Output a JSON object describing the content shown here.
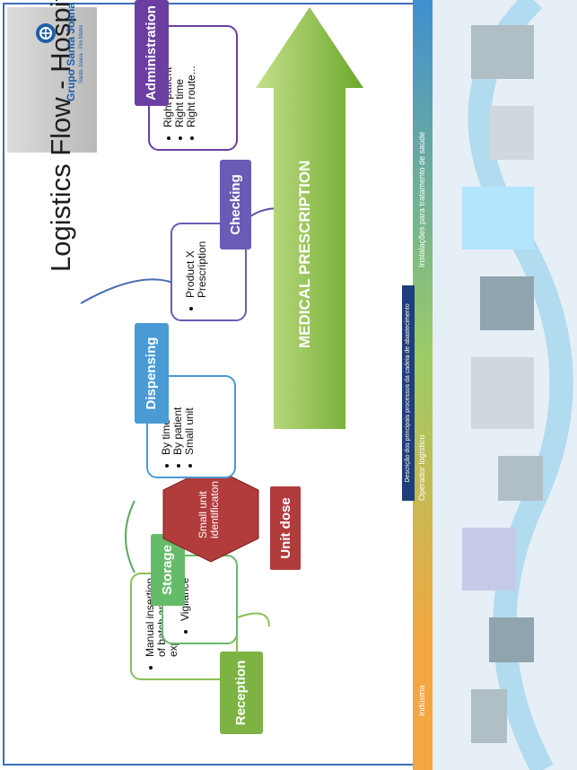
{
  "title": "Logistics Flow - Hospital",
  "logo": {
    "name": "Grupo Santa Joana",
    "sub": "Santa Joana · Pro Matre"
  },
  "steps": {
    "reception": {
      "label": "Reception",
      "items": [
        "Manual insertion of batch and expiry date"
      ]
    },
    "storage": {
      "label": "Storage",
      "items": [
        "Vigilance"
      ]
    },
    "unit_dose": {
      "label": "Unit dose",
      "items": [
        "Small unit identificaton"
      ]
    },
    "dispensing": {
      "label": "Dispensing",
      "items": [
        "By time",
        "By patient",
        "Small unit"
      ]
    },
    "checking": {
      "label": "Checking",
      "items": [
        "Product X Prescription"
      ]
    },
    "administration": {
      "label": "Administration",
      "items": [
        "Right patient",
        "Right time",
        "Right route..."
      ]
    }
  },
  "arrow_label": "MEDICAL PRESCRIPTION",
  "bottom": {
    "industria": "Indústria",
    "operador": "Operador logístico",
    "caption_title": "Descrição dos principais processos da cadeia de abastecimento",
    "instalacoes": "Instalações para tratamento de saúde"
  },
  "colors": {
    "reception": "#7cb342",
    "storage": "#66bb6a",
    "unit_dose": "#b23b3b",
    "dispensing": "#4a9ad4",
    "checking": "#6a5bb5",
    "administration": "#6b3fa0",
    "arrow": "#8cc63f"
  }
}
